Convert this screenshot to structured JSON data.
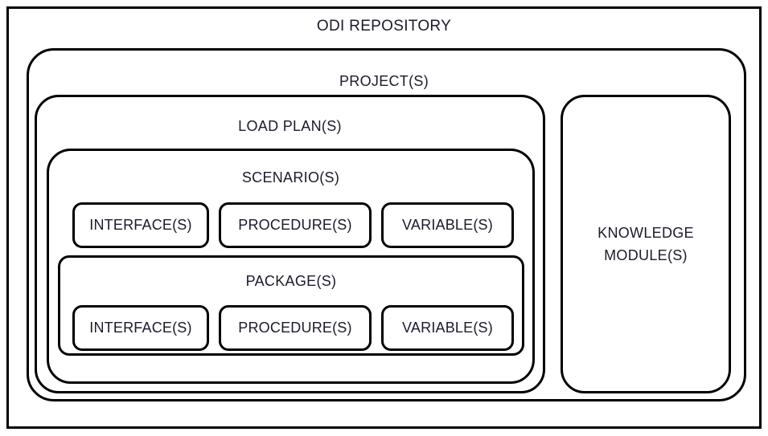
{
  "diagram": {
    "title": "ODI REPOSITORY",
    "outer": {
      "label": "ODI REPOSITORY"
    },
    "project": {
      "label": "PROJECT(S)"
    },
    "load_plan": {
      "label": "LOAD PLAN(S)"
    },
    "scenario": {
      "label": "SCENARIO(S)",
      "children": [
        {
          "label": "INTERFACE(S)"
        },
        {
          "label": "PROCEDURE(S)"
        },
        {
          "label": "VARIABLE(S)"
        }
      ]
    },
    "package": {
      "label": "PACKAGE(S)",
      "children": [
        {
          "label": "INTERFACE(S)"
        },
        {
          "label": "PROCEDURE(S)"
        },
        {
          "label": "VARIABLE(S)"
        }
      ]
    },
    "knowledge_module": {
      "line1": "KNOWLEDGE",
      "line2": "MODULE(S)"
    },
    "colors": {
      "stroke": "#000000",
      "background": "#ffffff",
      "text": "#1a1a2e"
    }
  }
}
